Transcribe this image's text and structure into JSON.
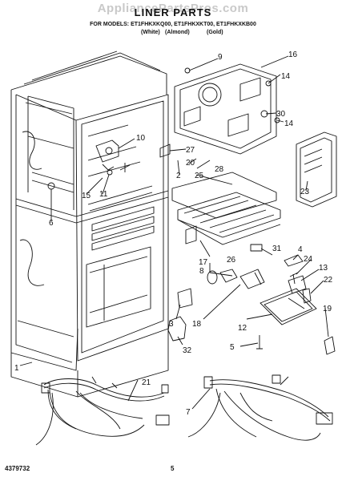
{
  "header": {
    "watermark": "AppliancePartsPros.com",
    "title": "LINER PARTS",
    "models": "FOR MODELS: ET1FHKXKQ00, ET1FHKXKT00, ET1FHKXKB00",
    "colors": [
      "(White)",
      "(Almond)",
      "(Gold)"
    ]
  },
  "footer": {
    "doc_number": "4379732",
    "page_number": "5"
  },
  "callouts": [
    "9",
    "16",
    "14",
    "30",
    "14",
    "10",
    "27",
    "20",
    "28",
    "2",
    "11",
    "15",
    "25",
    "23",
    "6",
    "17",
    "8",
    "26",
    "31",
    "4",
    "24",
    "13",
    "22",
    "18",
    "12",
    "19",
    "3",
    "32",
    "5",
    "21",
    "1",
    "7"
  ],
  "colors": {
    "line": "#111111",
    "watermark": "#c9c9c9",
    "background": "#ffffff"
  }
}
